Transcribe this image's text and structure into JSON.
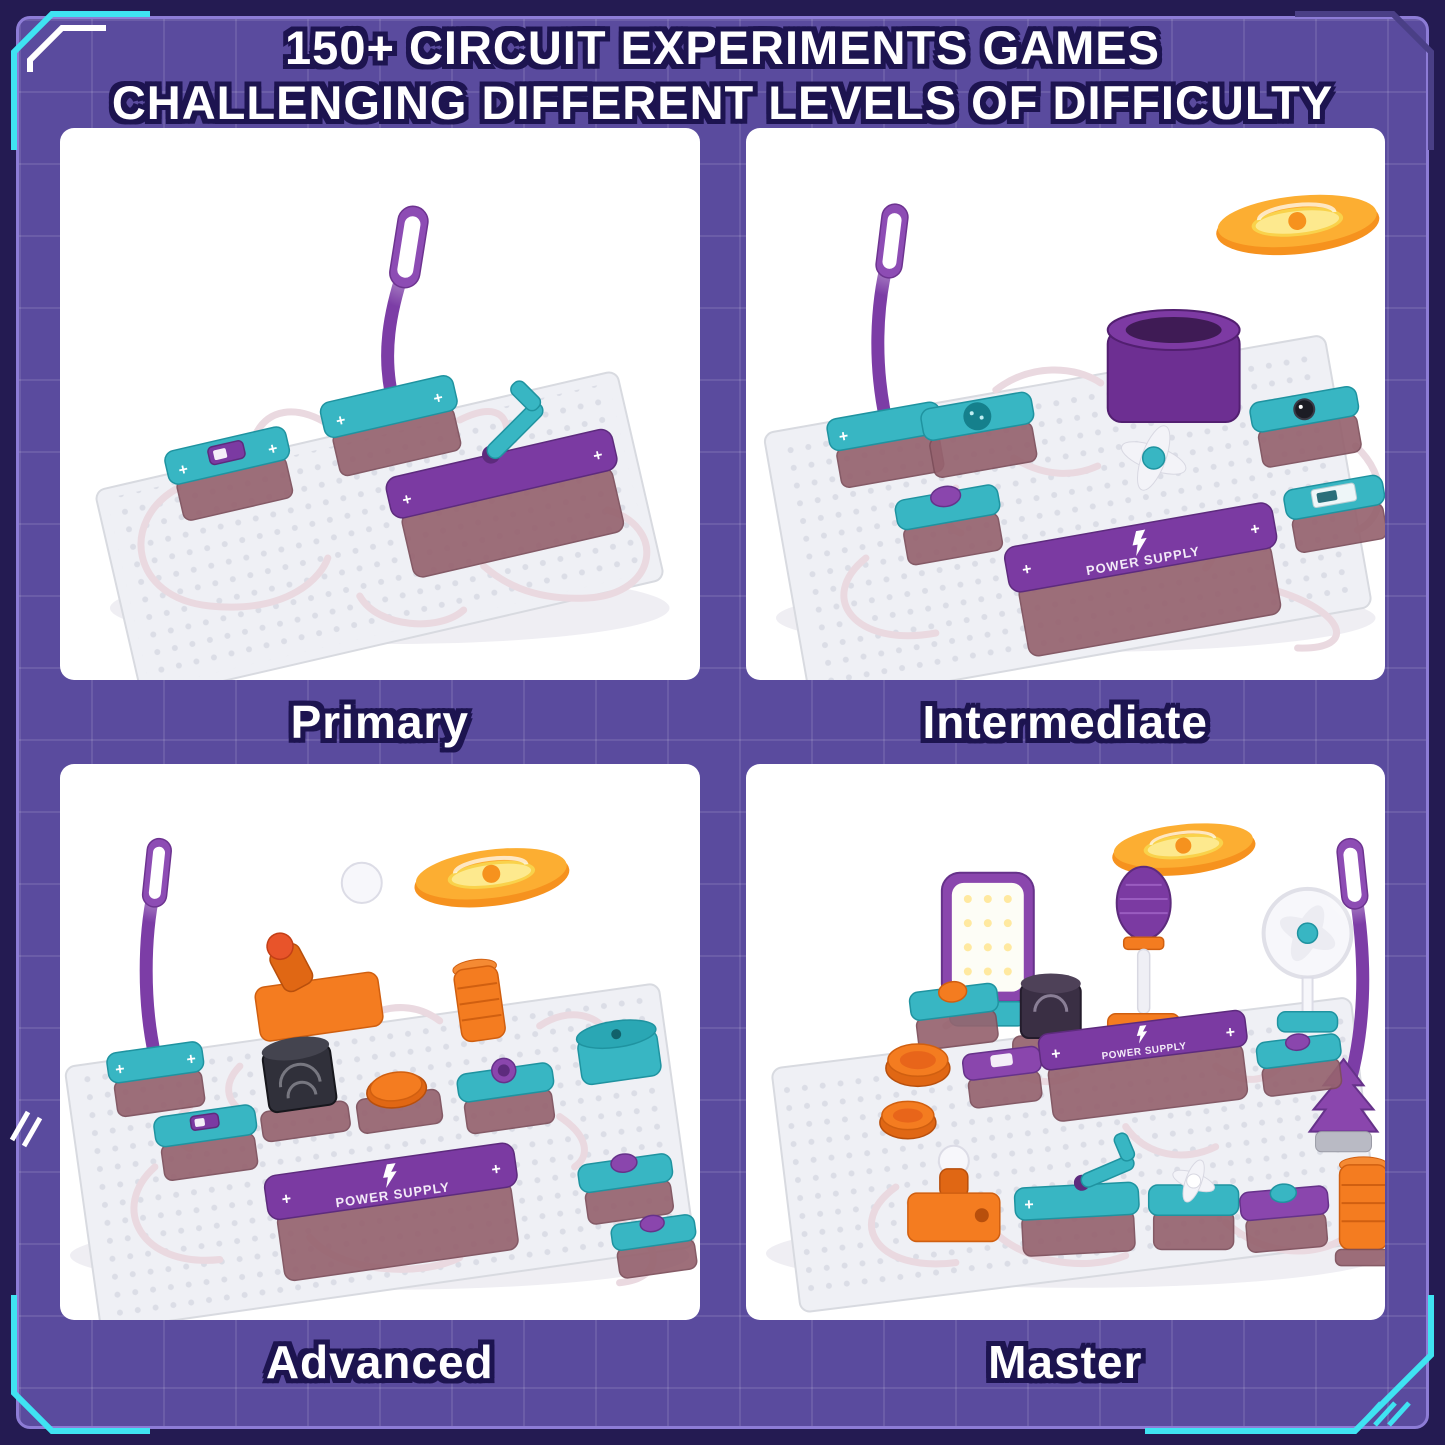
{
  "title": {
    "line1": "150+ CIRCUIT EXPERIMENTS GAMES",
    "line2": "CHALLENGING DIFFERENT LEVELS OF DIFFICULTY"
  },
  "panels": [
    {
      "id": "primary",
      "label": "Primary"
    },
    {
      "id": "intermediate",
      "label": "Intermediate"
    },
    {
      "id": "advanced",
      "label": "Advanced"
    },
    {
      "id": "master",
      "label": "Master"
    }
  ],
  "product_text": {
    "power_supply": "POWER SUPPLY",
    "plus": "+"
  },
  "colors": {
    "background_purple": "#5a4b9e",
    "frame_dark": "#241b52",
    "accent_cyan": "#3fe3f2",
    "title_outline": "#1d1450",
    "toy_purple": "#8a46ad",
    "toy_teal": "#38b6c3",
    "toy_orange": "#f47c20"
  }
}
